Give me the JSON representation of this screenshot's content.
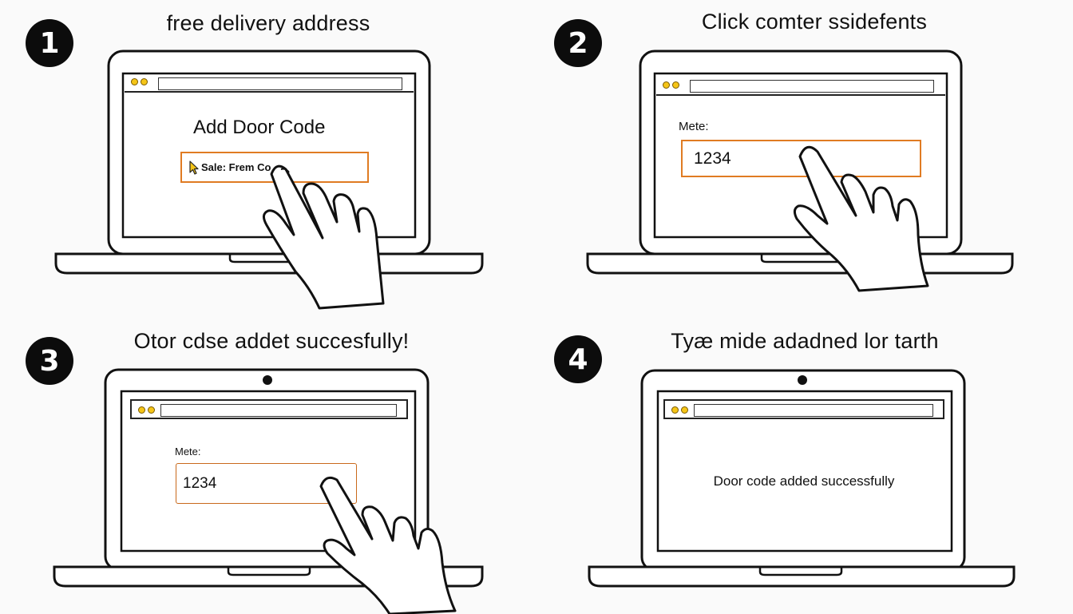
{
  "steps": [
    {
      "number": "1",
      "heading": "free delivery address",
      "screen_title": "Add Door Code",
      "field_value": "Sale: Frem Co"
    },
    {
      "number": "2",
      "heading": "Click comter ssidefents",
      "field_label": "Mete:",
      "field_value": "1234"
    },
    {
      "number": "3",
      "heading": "Otor cdse addet succesfully!",
      "field_label": "Mete:",
      "field_value": "1234"
    },
    {
      "number": "4",
      "heading": "Tyæ mide adadned lor tarth",
      "success_message": "Door code added successfully"
    }
  ],
  "colors": {
    "field_border": "#e07b22",
    "badge_background": "#0c0c0c",
    "browser_dot": "#f5c518"
  },
  "icons": [
    "pointer-cursor-icon",
    "hand-pointing-icon",
    "webcam-icon"
  ]
}
